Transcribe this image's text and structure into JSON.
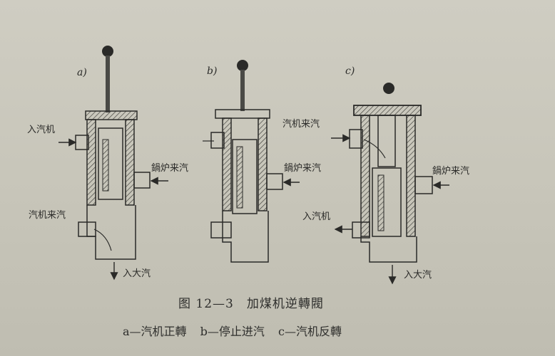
{
  "figure": {
    "caption_title": "图 12—3　加煤机逆轉閥",
    "legend": {
      "a": "a—汽机正轉",
      "b": "b—停止进汽",
      "c": "c—汽机反轉"
    }
  },
  "panels": {
    "a": {
      "letter": "a)",
      "inlet_label": "入汽机",
      "boiler_label": "鍋炉来汽",
      "engine_exhaust_label": "汽机来汽",
      "to_atmosphere_label": "入大汽"
    },
    "b": {
      "letter": "b)",
      "boiler_label": "鍋炉来汽"
    },
    "c": {
      "letter": "c)",
      "engine_exhaust_label": "汽机来汽",
      "boiler_label": "鍋炉来汽",
      "inlet_label": "入汽机",
      "to_atmosphere_label": "入大汽"
    }
  },
  "colors": {
    "ink": "#2a2a28",
    "paper": "#cbc9bd"
  }
}
